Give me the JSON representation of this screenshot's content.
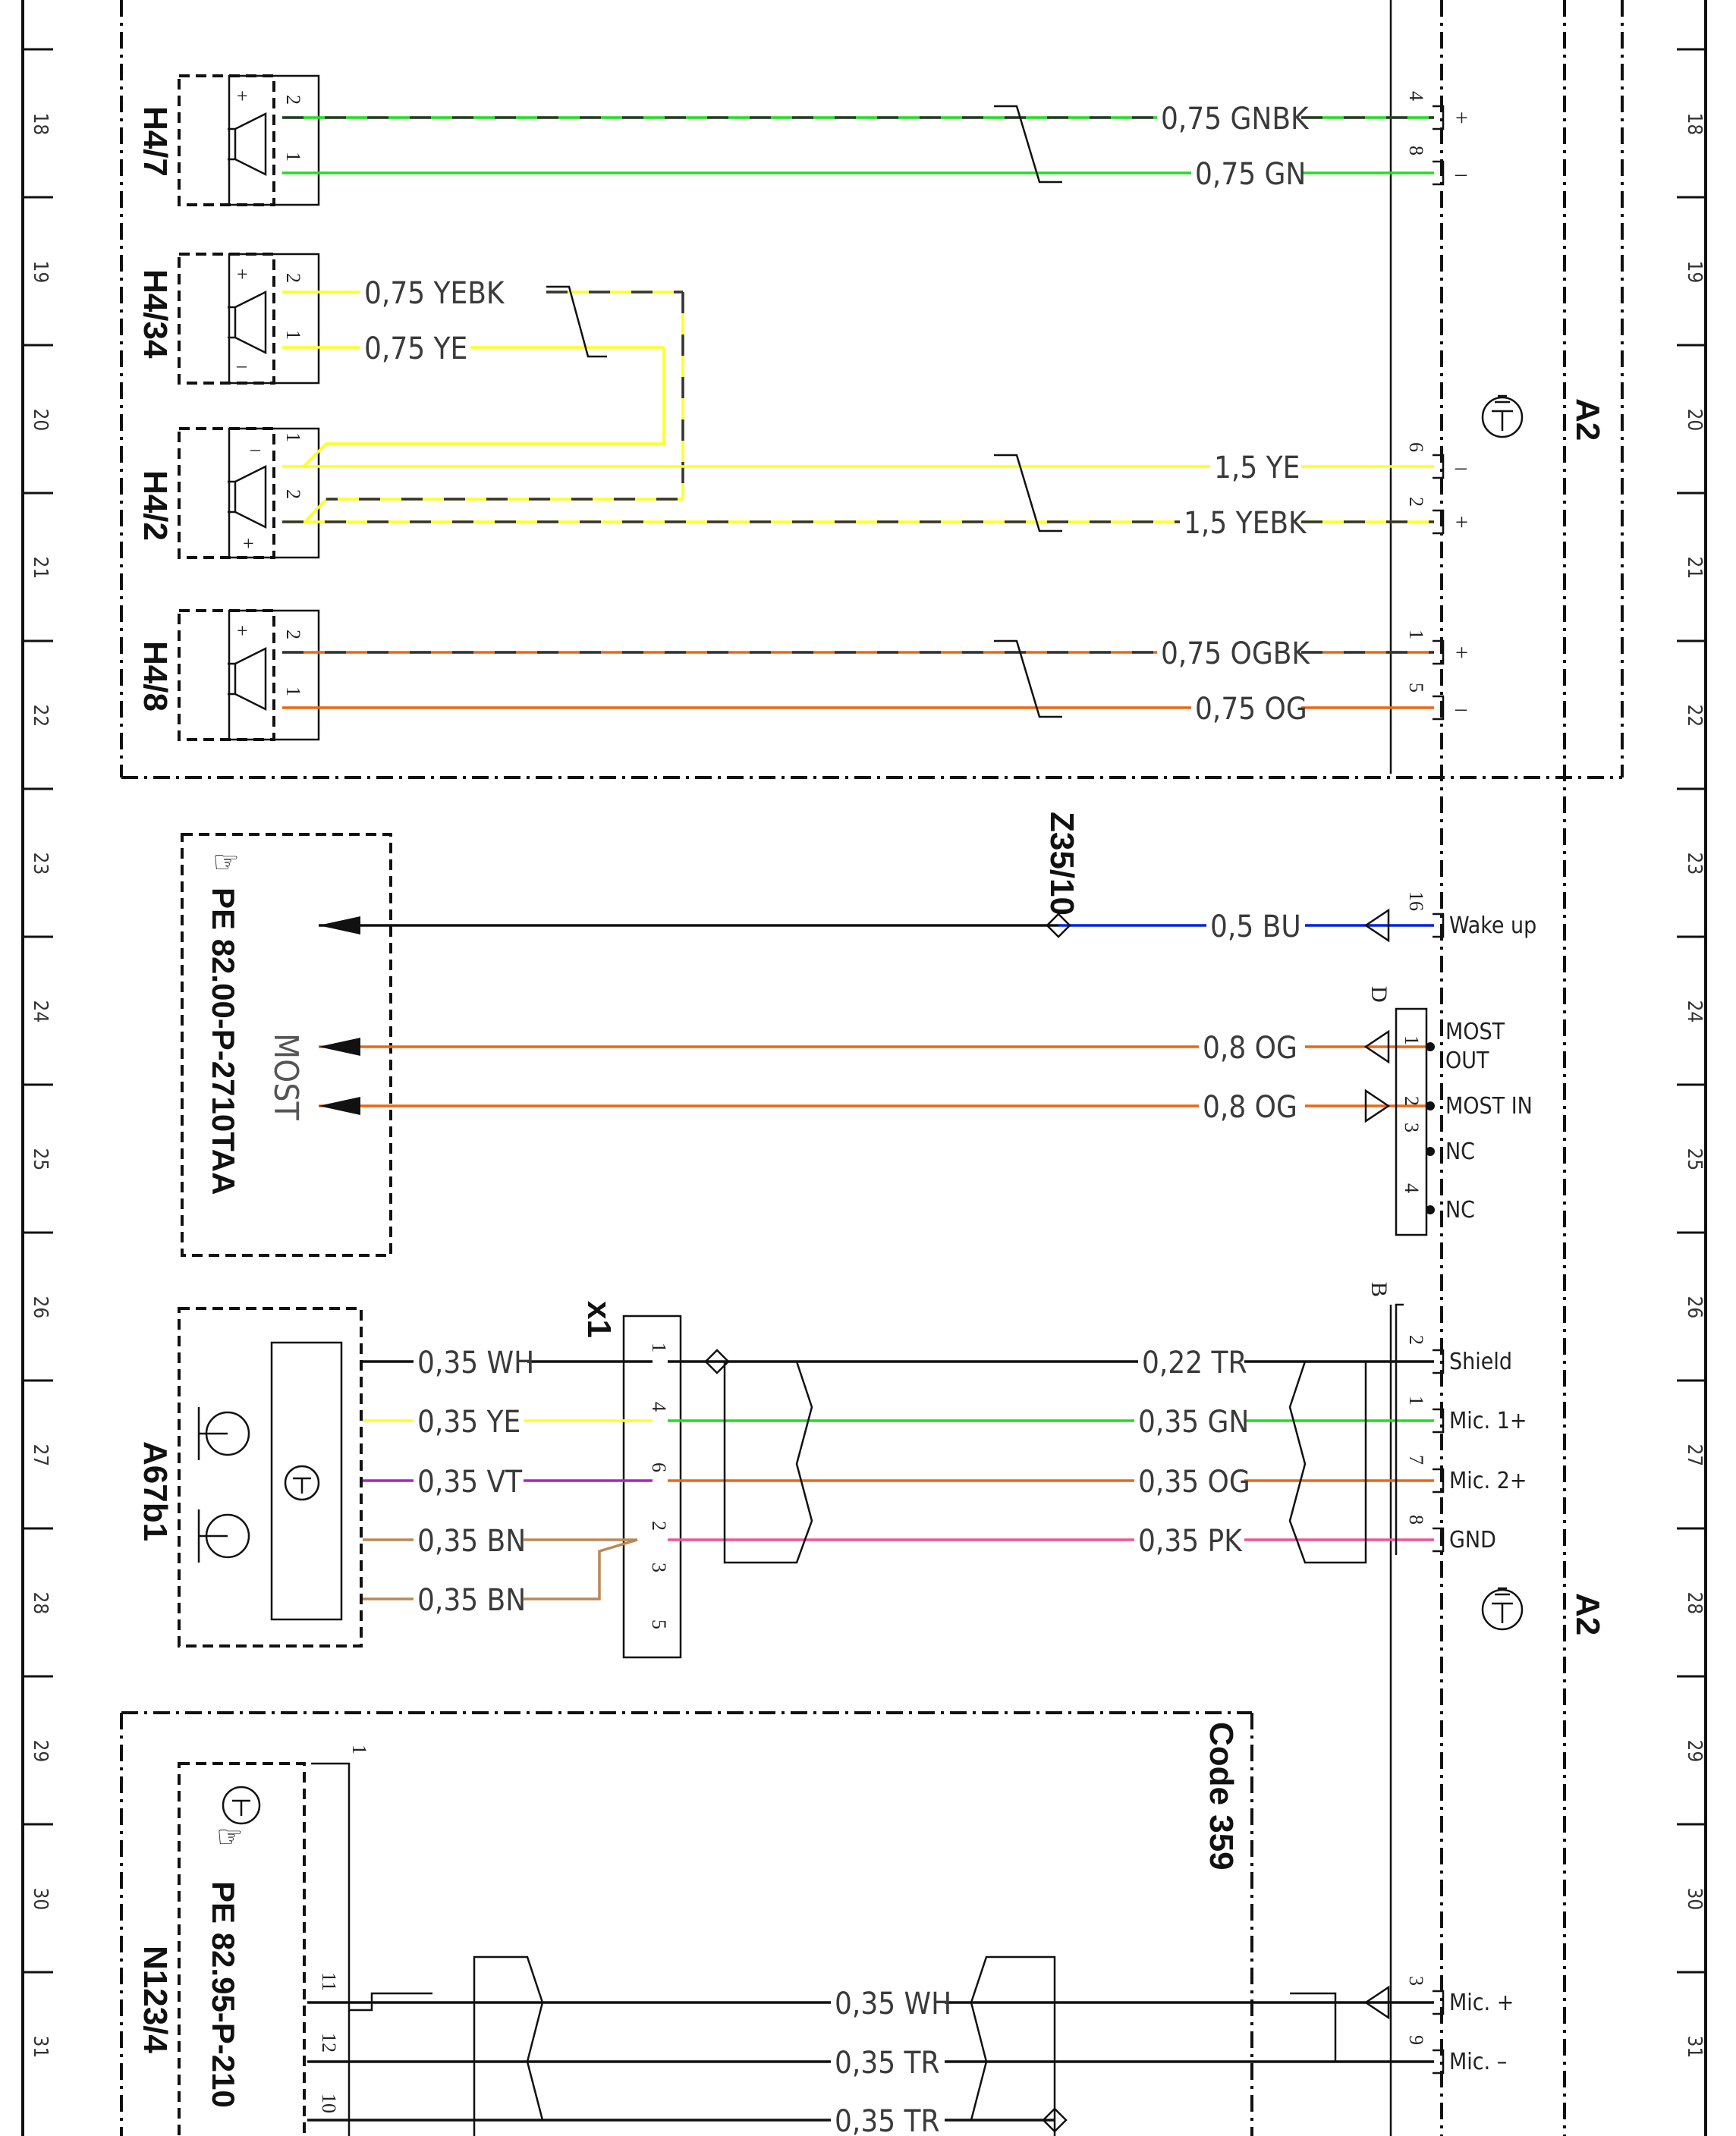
{
  "grid_rows": [
    "18",
    "19",
    "20",
    "21",
    "22",
    "23",
    "24",
    "25",
    "26",
    "27",
    "28",
    "29",
    "30",
    "31"
  ],
  "components": {
    "h4_7": "H4/7",
    "h4_34": "H4/34",
    "h4_2": "H4/2",
    "h4_8": "H4/8",
    "a67b1": "A67b1",
    "n123_4": "N123/4",
    "a2": "A2",
    "z35_10": "Z35/10",
    "x1": "x1",
    "code": "Code 359"
  },
  "references": {
    "most_ref": "PE 82.00-P-2710TAA",
    "most_label": "MOST",
    "phone_ref": "PE 82.95-P-210"
  },
  "wires": {
    "h47_plus": "0,75 GNBK",
    "h47_minus": "0,75 GN",
    "h434_plus": "0,75 YEBK",
    "h434_minus": "0,75 YE",
    "h42_minus": "1,5 YE",
    "h42_plus": "1,5 YEBK",
    "h48_plus": "0,75 OGBK",
    "h48_minus": "0,75 OG",
    "wake": "0,5 BU",
    "most_out": "0,8 OG",
    "most_in": "0,8 OG",
    "mic_wh": "0,35 WH",
    "mic_ye": "0,35 YE",
    "mic_vt": "0,35 VT",
    "mic_bn1": "0,35 BN",
    "mic_bn2": "0,35 BN",
    "shield": "0,22 TR",
    "mic1": "0,35 GN",
    "mic2": "0,35 OG",
    "gnd": "0,35 PK",
    "n_wh": "0,35 WH",
    "n_tr1": "0,35 TR",
    "n_tr2": "0,35 TR"
  },
  "a2_pins": {
    "wake": "Wake up",
    "most_out_1": "MOST",
    "most_out_2": "OUT",
    "most_in": "MOST IN",
    "nc1": "NC",
    "nc2": "NC",
    "shield": "Shield",
    "mic1": "Mic. 1+",
    "mic2": "Mic. 2+",
    "gnd": "GND",
    "mic_plus": "Mic. +",
    "mic_minus": "Mic. –"
  },
  "connectors": {
    "d": "D",
    "b": "B"
  },
  "pin_numbers": {
    "a2_4": "4",
    "a2_8": "8",
    "a2_6": "6",
    "a2_2": "2",
    "a2_1": "1",
    "a2_5": "5",
    "a2_16": "16",
    "d1": "1",
    "d2": "2",
    "d3": "3",
    "d4": "4",
    "b2": "2",
    "b1": "1",
    "b7": "7",
    "b8": "8",
    "b3": "3",
    "b9": "9",
    "x1_1": "1",
    "x1_4": "4",
    "x1_6": "6",
    "x1_2": "2",
    "x1_3": "3",
    "x1_5": "5",
    "n_1": "1",
    "n_11": "11",
    "n_12": "12",
    "n_10": "10",
    "spk_2": "2",
    "spk_1": "1"
  },
  "symbols": {
    "plus": "+",
    "minus": "–",
    "ground_icon": "ground-icon"
  },
  "colors": {
    "green": "#22dd22",
    "yellow": "#ffff22",
    "orange": "#ee6611",
    "blue": "#0022dd",
    "purple": "#aa22cc",
    "brown": "#bb8855",
    "pink": "#ee5599",
    "white": "#111111"
  }
}
